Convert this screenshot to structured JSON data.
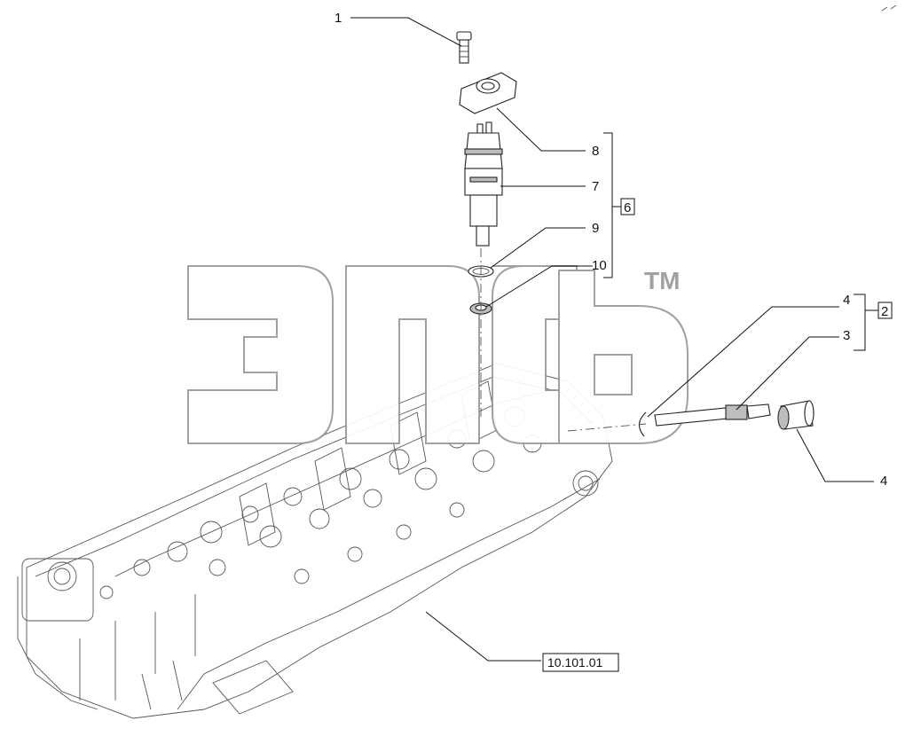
{
  "callouts": {
    "c1": "1",
    "c8": "8",
    "c7": "7",
    "c9": "9",
    "c10": "10",
    "c6": "6",
    "c4a": "4",
    "c3": "3",
    "c2": "2",
    "c4b": "4",
    "ref": "10.101.01"
  },
  "watermark": {
    "tm": "TM"
  }
}
